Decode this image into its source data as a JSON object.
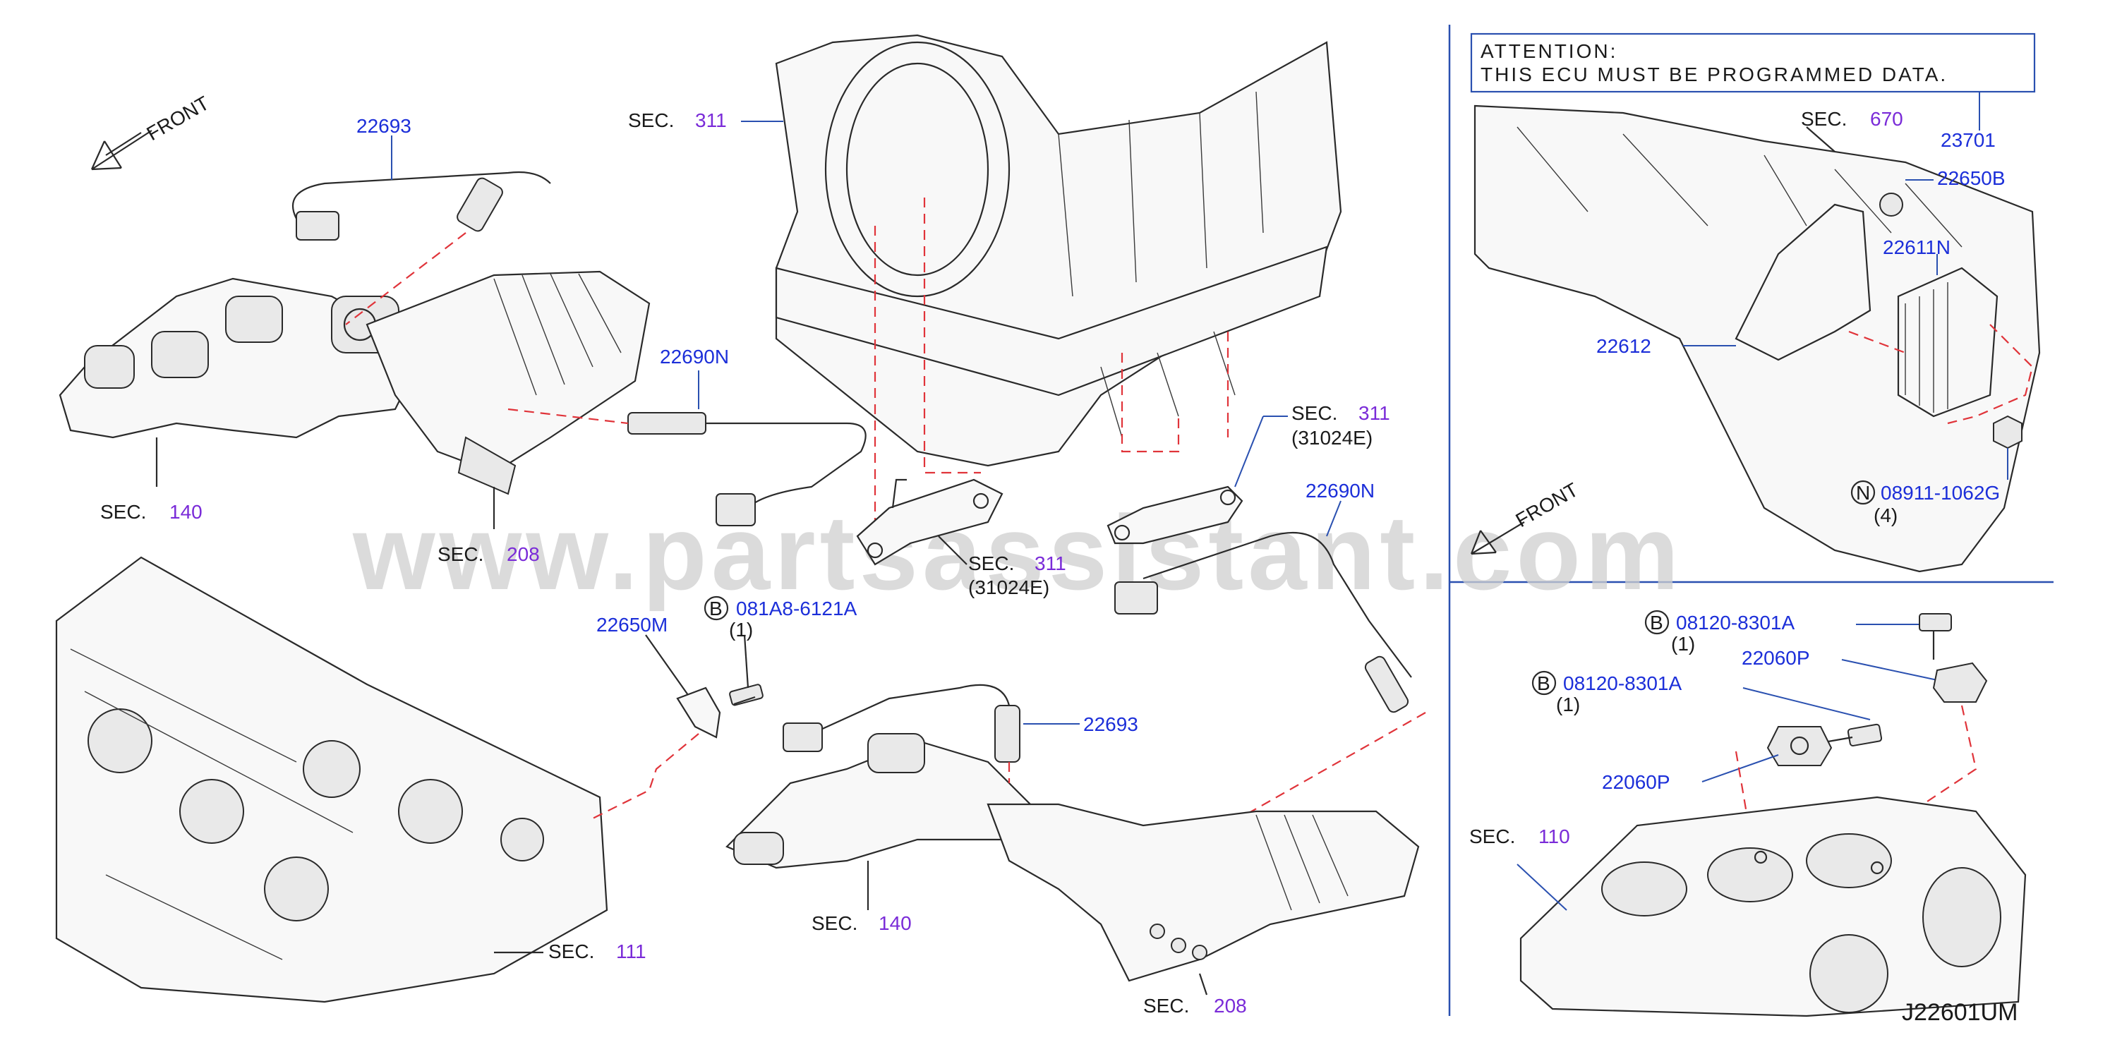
{
  "diagram_code": "J22601UM",
  "watermark": "www.partsassistant.com",
  "attention_box": {
    "line1": "ATTENTION:",
    "line2": "THIS   ECU   MUST   BE   PROGRAMMED   DATA."
  },
  "front_labels": [
    "FRONT",
    "FRONT"
  ],
  "sec_prefix": "SEC.",
  "sections": {
    "s140_top": "140",
    "s208_top": "208",
    "s311_top": "311",
    "s311_mid_a": "311",
    "s311_mid_b": "311",
    "s111": "111",
    "s140_bot": "140",
    "s208_bot": "208",
    "s670": "670",
    "s110": "110"
  },
  "sub_refs": {
    "ref_a": "(31024E)",
    "ref_b": "(31024E)"
  },
  "parts": {
    "p22693_top": "22693",
    "p22690N_left": "22690N",
    "p22690N_right": "22690N",
    "p22650M": "22650M",
    "p22693_bot": "22693",
    "p23701": "23701",
    "p22650B": "22650B",
    "p22611N": "22611N",
    "p22612": "22612",
    "p22060P_a": "22060P",
    "p22060P_b": "22060P"
  },
  "fasteners": {
    "b1": {
      "prefix": "B",
      "number": "081A8-6121A",
      "qty": "(1)"
    },
    "n1": {
      "prefix": "N",
      "number": "08911-1062G",
      "qty": "(4)"
    },
    "b2": {
      "prefix": "B",
      "number": "08120-8301A",
      "qty": "(1)"
    },
    "b3": {
      "prefix": "B",
      "number": "08120-8301A",
      "qty": "(1)"
    }
  },
  "colors": {
    "part_number": "#1c2fd9",
    "section_number": "#7a2bd8",
    "leader_dashed": "#e0343a",
    "divider": "#2a50b0",
    "watermark": "#cfcfcf"
  },
  "icons": [
    "front-arrow-icon",
    "bolt-icon",
    "nut-icon",
    "oxygen-sensor-icon",
    "knock-sensor-icon",
    "ecu-module-icon"
  ]
}
